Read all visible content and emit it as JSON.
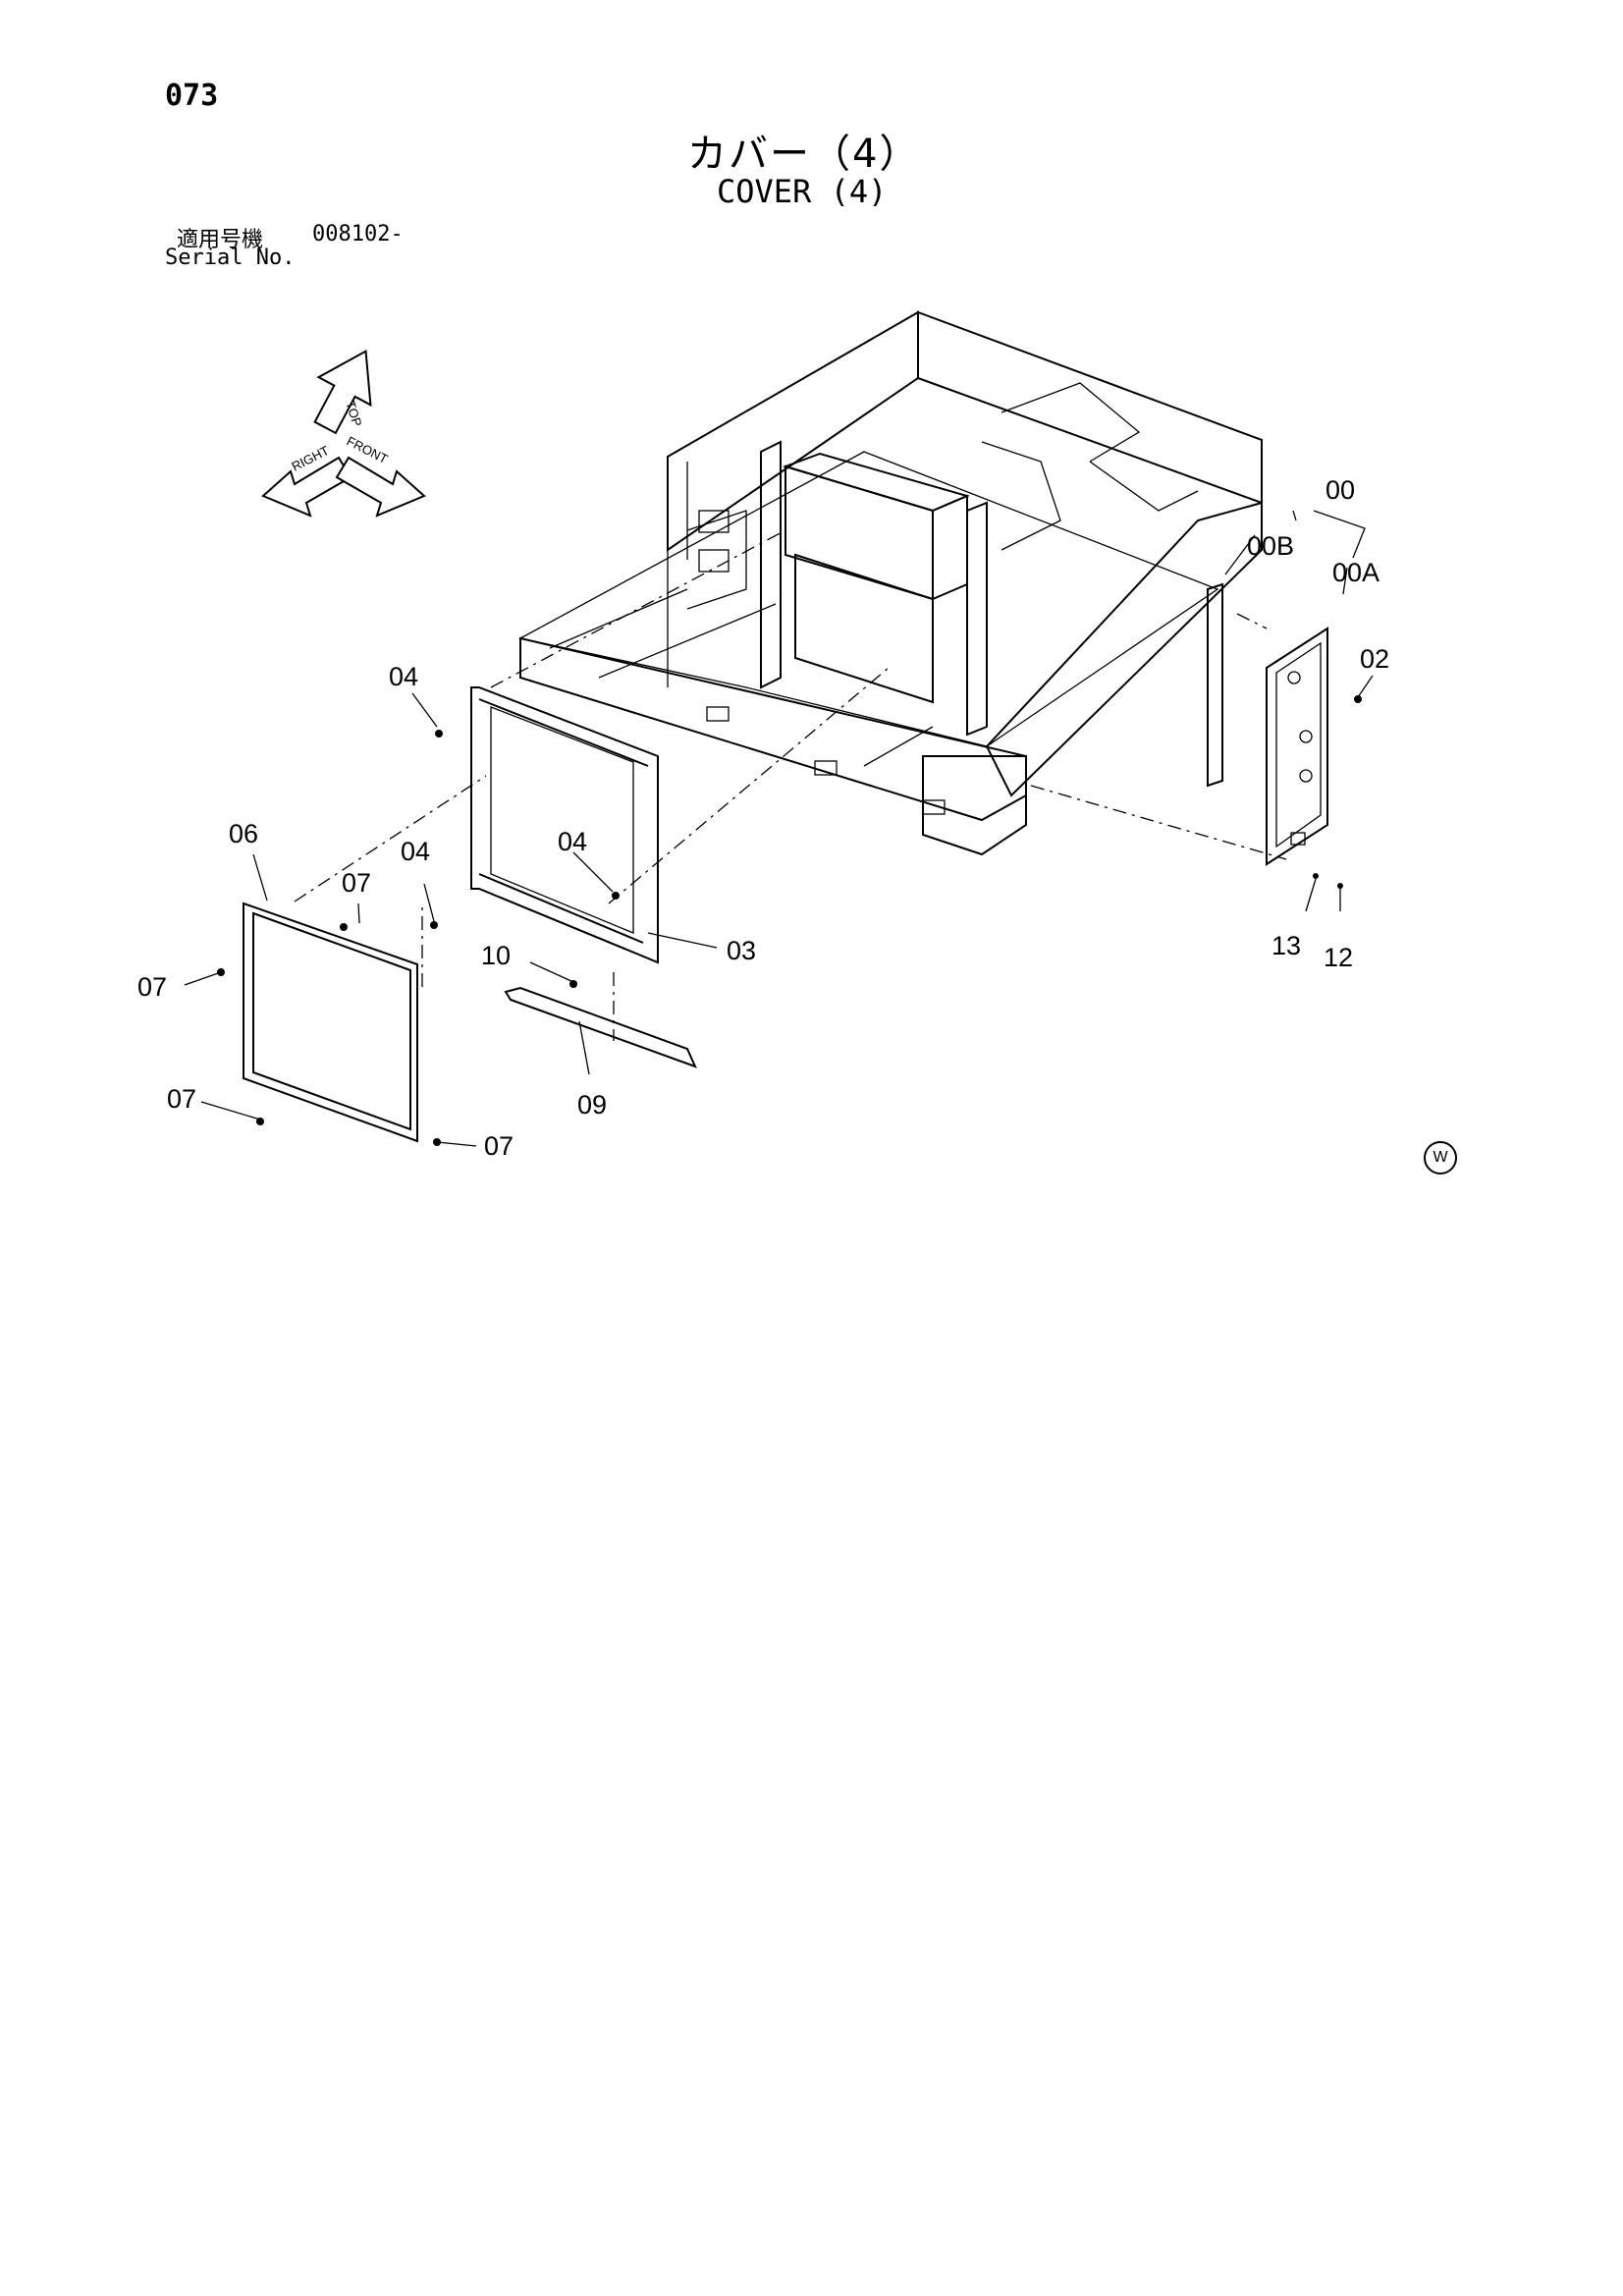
{
  "page": {
    "number": "073"
  },
  "title": {
    "japanese": "カバー（4）",
    "english": "COVER (4)"
  },
  "serial": {
    "label_ja": "適用号機",
    "value": "008102-",
    "label_en": "Serial No."
  },
  "orientation_icon": {
    "labels": [
      "TOP",
      "RIGHT",
      "FRONT"
    ]
  },
  "callouts": [
    {
      "id": "00"
    },
    {
      "id": "00A"
    },
    {
      "id": "00B"
    },
    {
      "id": "02"
    },
    {
      "id": "03"
    },
    {
      "id": "04"
    },
    {
      "id": "04"
    },
    {
      "id": "04"
    },
    {
      "id": "06"
    },
    {
      "id": "07"
    },
    {
      "id": "07"
    },
    {
      "id": "07"
    },
    {
      "id": "07"
    },
    {
      "id": "09"
    },
    {
      "id": "10"
    },
    {
      "id": "12"
    },
    {
      "id": "13"
    }
  ],
  "watermark": "W"
}
